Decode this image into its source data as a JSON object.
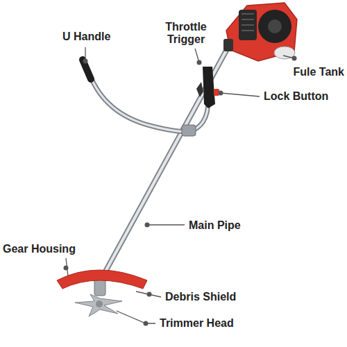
{
  "diagram": {
    "labels": [
      "U Handle",
      "Throttle Trigger",
      "Fule Tank",
      "Lock Button",
      "Main Pipe",
      "Gear Housing",
      "Debris Shield",
      "Trimmer Head"
    ]
  }
}
